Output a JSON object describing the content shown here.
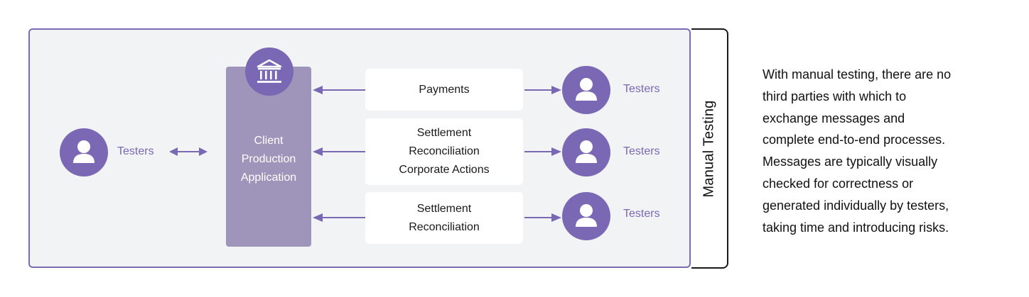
{
  "diagram": {
    "side_label": "Manual Testing",
    "application": {
      "label": "Client\nProduction\nApplication",
      "icon": "bank-icon"
    },
    "left_actor": {
      "label": "Testers",
      "icon": "user-icon"
    },
    "flows": [
      {
        "message": "Payments",
        "actor_label": "Testers",
        "icon": "user-icon"
      },
      {
        "message": "Settlement\nReconciliation\nCorporate Actions",
        "actor_label": "Testers",
        "icon": "user-icon"
      },
      {
        "message": "Settlement\nReconciliation",
        "actor_label": "Testers",
        "icon": "user-icon"
      }
    ],
    "colors": {
      "accent": "#7b68b4",
      "app_box": "#9f95ba",
      "panel_bg": "#f2f3f5",
      "panel_border": "#7b6bb4"
    }
  },
  "description": "With manual testing, there are no\nthird parties with which to\nexchange messages and\ncomplete end-to-end processes.\nMessages are typically visually\nchecked for correctness or\ngenerated individually by testers,\ntaking time and introducing risks."
}
